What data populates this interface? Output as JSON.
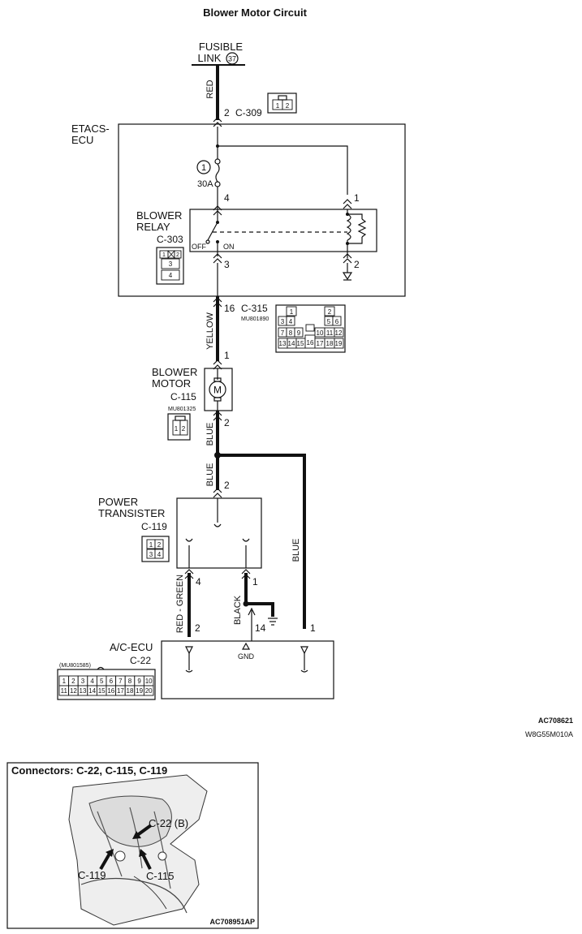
{
  "title": "Blower Motor Circuit",
  "fusible_link": {
    "label_line1": "FUSIBLE",
    "label_line2": "LINK",
    "number": "37"
  },
  "etacs": {
    "label_line1": "ETACS-",
    "label_line2": "ECU",
    "connector": "C-309",
    "pin_in": "2",
    "connector_cells": [
      "1",
      "2"
    ],
    "fuse_number": "1",
    "fuse_rating": "30A"
  },
  "blower_relay": {
    "label_line1": "BLOWER",
    "label_line2": "RELAY",
    "connector": "C-303",
    "pin_switch_top": "4",
    "pin_switch_bottom": "3",
    "pin_coil_top": "1",
    "pin_coil_bottom": "2",
    "off_label": "OFF",
    "on_label": "ON",
    "connector_cells": [
      "1",
      "2",
      "3",
      "4"
    ]
  },
  "c315": {
    "pin": "16",
    "connector": "C-315",
    "part_no": "MU801890",
    "row1": [
      "1",
      "",
      "",
      "",
      "",
      "2"
    ],
    "row2": [
      "3",
      "4",
      "",
      "",
      "5",
      "6"
    ],
    "row3": [
      "7",
      "8",
      "9",
      "",
      "10",
      "11",
      "12"
    ],
    "row4": [
      "13",
      "14",
      "15",
      "16",
      "17",
      "18",
      "19"
    ]
  },
  "blower_motor": {
    "label_line1": "BLOWER",
    "label_line2": "MOTOR",
    "connector": "C-115",
    "part_no": "MU801325",
    "pin_top": "1",
    "pin_bottom": "2",
    "symbol": "M",
    "connector_cells": [
      "1",
      "2"
    ]
  },
  "power_transister": {
    "label_line1": "POWER",
    "label_line2": "TRANSISTER",
    "connector": "C-119",
    "pin_top": "2",
    "pin_left": "4",
    "pin_right": "1",
    "connector_cells": [
      "1",
      "2",
      "3",
      "4"
    ]
  },
  "ac_ecu": {
    "label": "A/C-ECU",
    "connector": "C-22",
    "part_no": "(MU801585)",
    "pin_left": "2",
    "pin_gnd": "14",
    "pin_right": "1",
    "gnd_label": "GND",
    "row1": [
      "1",
      "2",
      "3",
      "4",
      "5",
      "6",
      "7",
      "8",
      "9",
      "10"
    ],
    "row2": [
      "11",
      "12",
      "13",
      "14",
      "15",
      "16",
      "17",
      "18",
      "19",
      "20"
    ]
  },
  "wires": {
    "red": "RED",
    "yellow": "YELLOW",
    "blue1": "BLUE",
    "blue2": "BLUE",
    "blue3": "BLUE",
    "red_green": "RED - GREEN",
    "black": "BLACK"
  },
  "codes": {
    "diagram": "AC708621",
    "sub": "W8G55M010A"
  },
  "connectors_panel": {
    "title": "Connectors: C-22, C-115, C-119",
    "label_c22": "C-22 (B)",
    "label_c119": "C-119",
    "label_c115": "C-115",
    "code": "AC708951AP"
  }
}
